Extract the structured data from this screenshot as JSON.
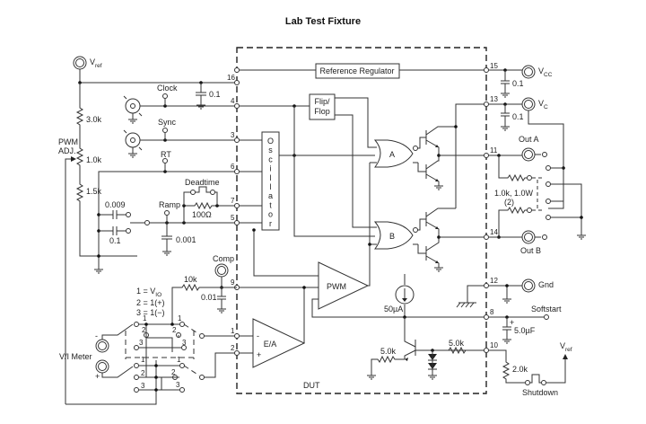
{
  "title": "Lab Test Fixture",
  "dut_label": "DUT",
  "blocks": {
    "reference_regulator": "Reference Regulator",
    "flip_flop": [
      "Flip/",
      "Flop"
    ],
    "oscillator_letters": [
      "O",
      "s",
      "c",
      "i",
      "l",
      "l",
      "a",
      "t",
      "o",
      "r"
    ],
    "gate_a": "A",
    "gate_b": "B",
    "pwm": "PWM",
    "error_amp": "E/A",
    "current_source": "50µA"
  },
  "pins": {
    "p16": "16",
    "p4": "4",
    "p3": "3",
    "p6": "6",
    "p7": "7",
    "p5": "5",
    "p9": "9",
    "p1": "1",
    "p2": "2",
    "p15": "15",
    "p13": "13",
    "p11": "11",
    "p14": "14",
    "p12": "12",
    "p8": "8",
    "p10": "10"
  },
  "terminals": {
    "vref_main": "V",
    "vref_main_sub": "ref",
    "vcc": "V",
    "vcc_sub": "CC",
    "vc": "V",
    "vc_sub": "C",
    "out_a": "Out A",
    "out_b": "Out B",
    "gnd": "Gnd",
    "comp": "Comp",
    "softstart": "Softstart",
    "vref_shutdown": "V",
    "vref_shutdown_sub": "ref",
    "vi_meter": "V/I Meter",
    "meter_minus": "-",
    "meter_plus": "+"
  },
  "test_points": {
    "clock": "Clock",
    "sync": "Sync",
    "rt": "RT",
    "ramp": "Ramp",
    "deadtime": "Deadtime",
    "shutdown": "Shutdown"
  },
  "components": {
    "r_3k": "3.0k",
    "pwm_adj": [
      "PWM",
      "ADJ."
    ],
    "r_1k": "1.0k",
    "r_1k5": "1.5k",
    "c_0009": "0.009",
    "c_01_timing": "0.1",
    "c_0001": "0.001",
    "r_100": "100Ω",
    "c_01_vref": "0.1",
    "c_01_vcc": "0.1",
    "c_01_vc": "0.1",
    "r_load": "1.0k, 1.0W",
    "r_load_qty": "(2)",
    "r_10k": "10k",
    "c_001": "0.01",
    "c_5uF": "5.0µF",
    "c_5uF_plus": "+",
    "r_5k_a": "5.0k",
    "r_5k_b": "5.0k",
    "r_2k": "2.0k"
  },
  "switch_legend": [
    "1 = V",
    "IO",
    "2 = 1(+)",
    "3 = 1(−)"
  ],
  "switch_positions": {
    "one": "1",
    "two": "2",
    "three": "3"
  },
  "error_amp_inputs": {
    "minus": "-",
    "plus": "+"
  }
}
